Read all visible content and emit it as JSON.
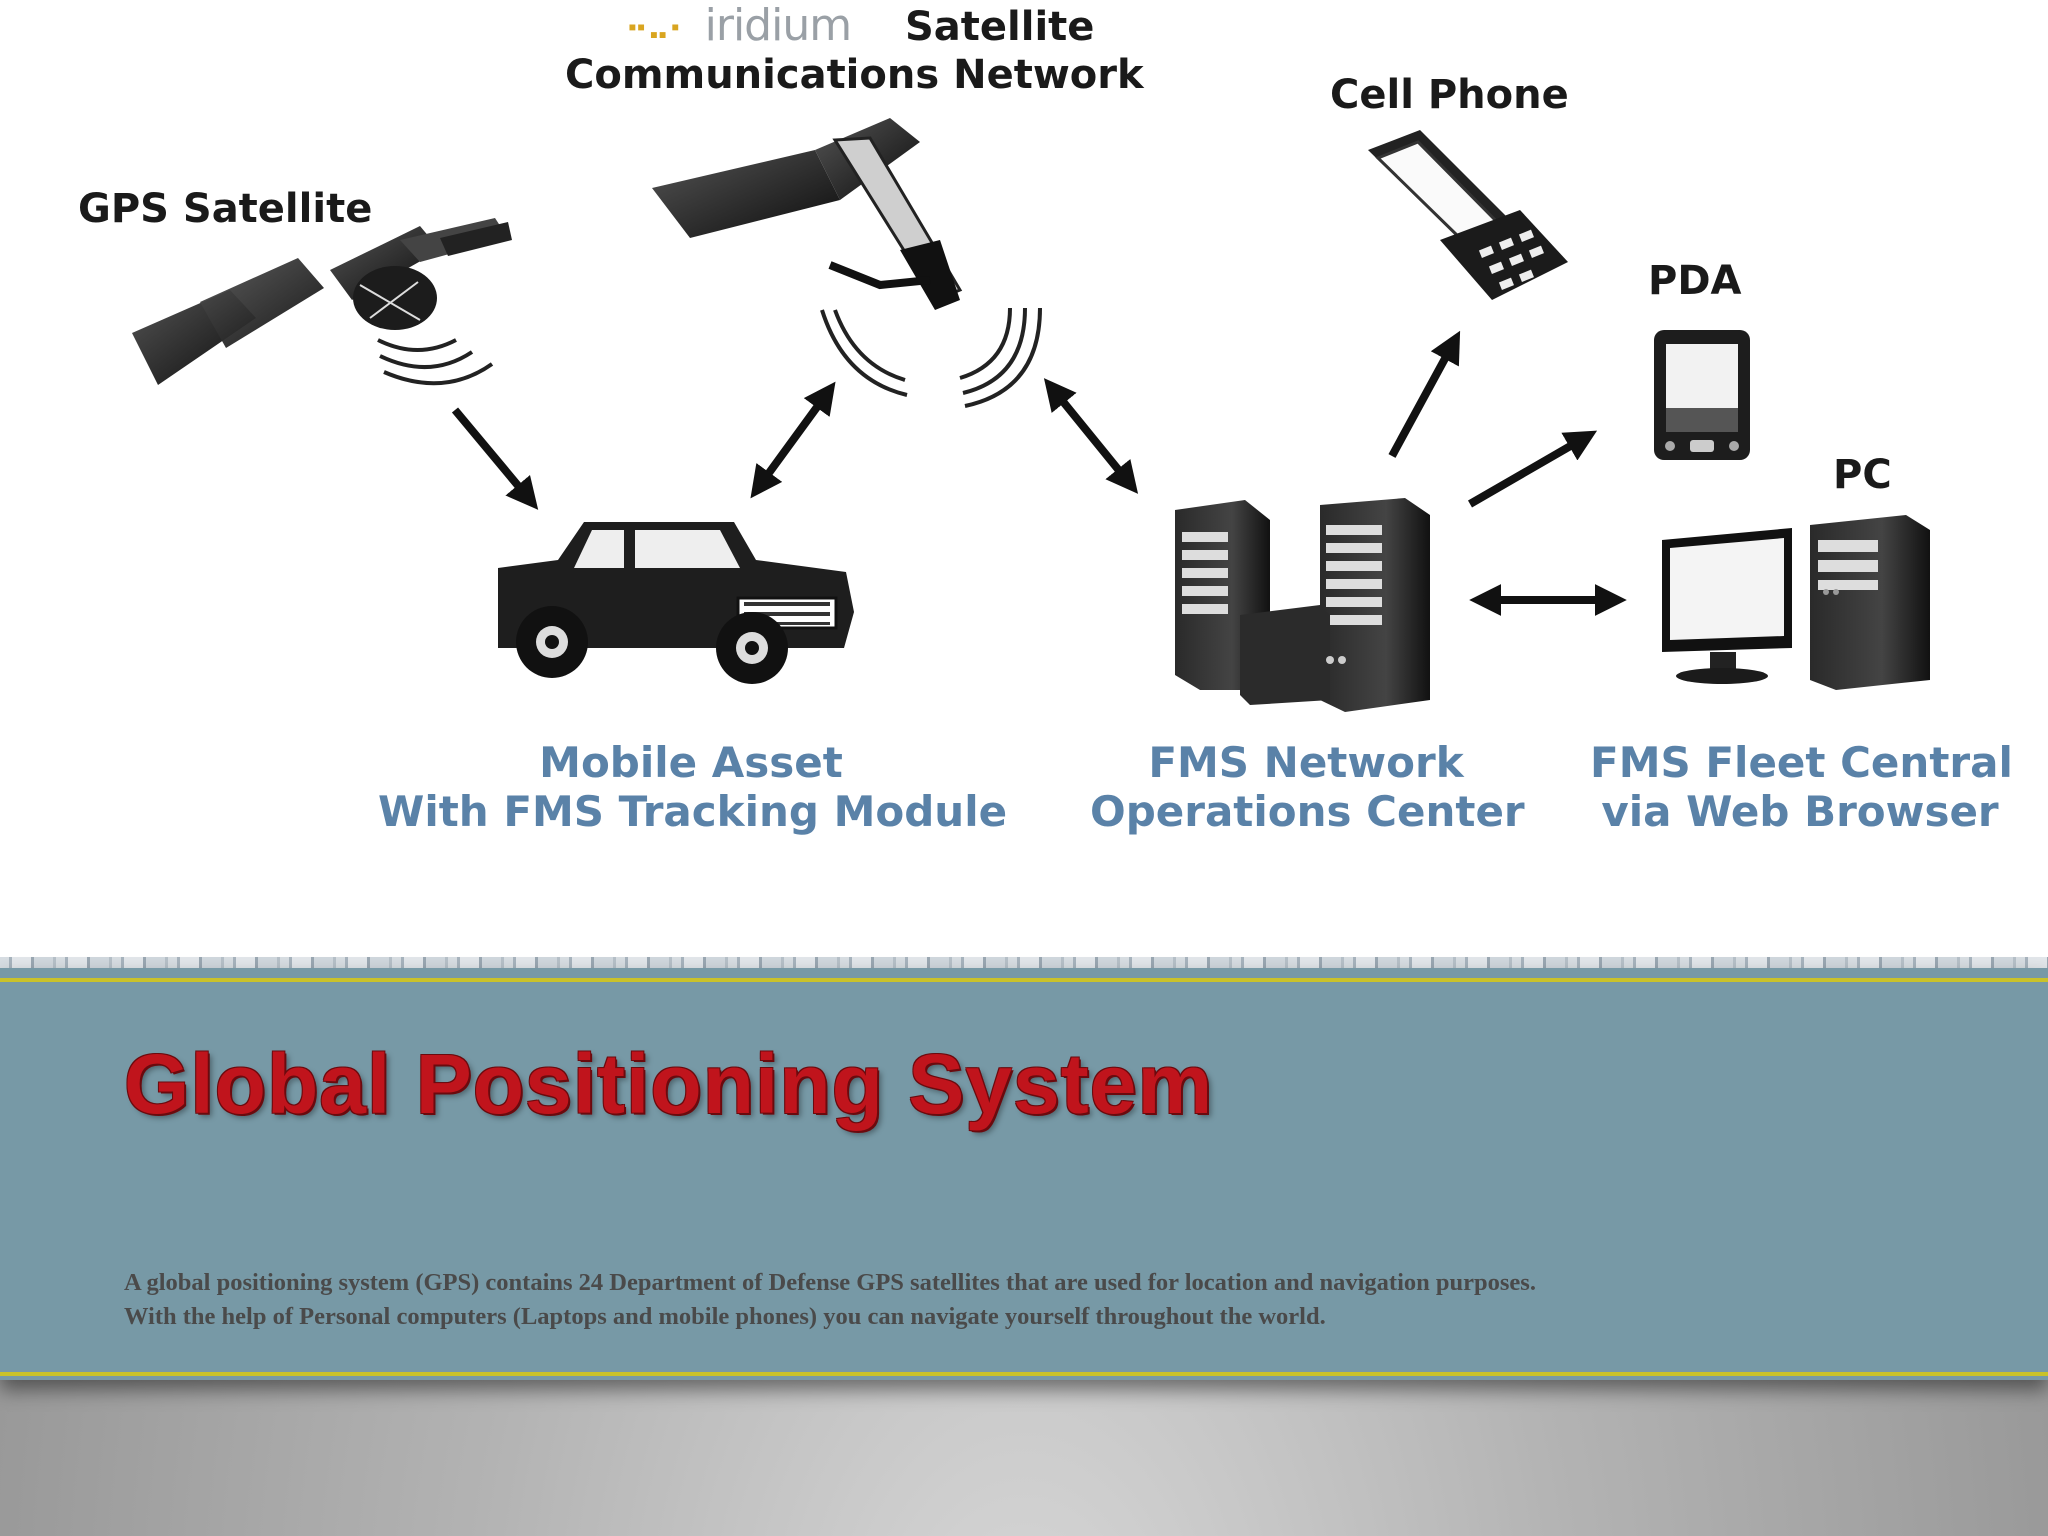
{
  "diagram": {
    "iridium_logo": "iridium",
    "iridium_label_line1": "Satellite",
    "iridium_label_line2": "Communications Network",
    "gps_label": "GPS Satellite",
    "cell_label": "Cell Phone",
    "pda_label": "PDA",
    "pc_label": "PC",
    "truck_label_line1": "Mobile Asset",
    "truck_label_line2": "With FMS Tracking Module",
    "noc_label_line1": "FMS Network",
    "noc_label_line2": "Operations Center",
    "fleet_label_line1": "FMS Fleet Central",
    "fleet_label_line2": "via Web Browser",
    "label_color": "#5a82a8",
    "icon_color": "#1a1a1a"
  },
  "slide": {
    "title": "Global Positioning System",
    "body_line1": "A global positioning system (GPS) contains 24 Department of Defense GPS satellites that are used for location and navigation purposes.",
    "body_line2": "With the help of Personal computers (Laptops and mobile phones) you can navigate yourself throughout the world.",
    "title_color": "#c0141c",
    "band_color": "#7799a6",
    "accent_line_color": "#c9c22a"
  }
}
